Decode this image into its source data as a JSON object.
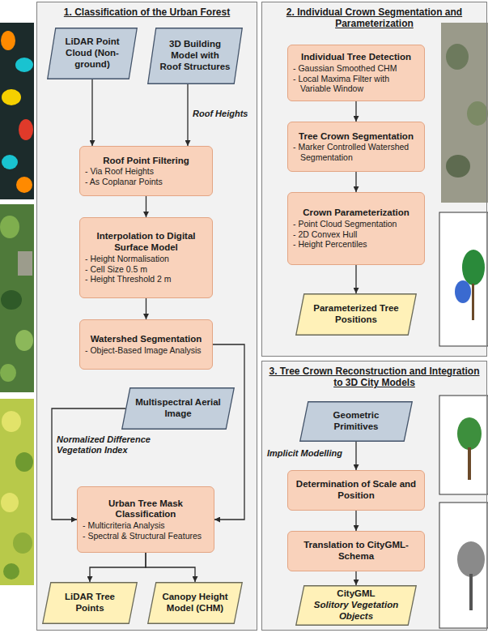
{
  "diagram": {
    "nodes": [
      {
        "text": [
          "1. Classification of the Urban Forest"
        ]
      },
      {
        "text": [
          "LiDAR Point Cloud (Non-ground)"
        ],
        "in": 0
      },
      {
        "text": [
          "3D Building Model with Roof Structures"
        ],
        "in": 0
      },
      {
        "text": [
          "Roof Point Filtering",
          "- Via Roof Heights",
          "- As Coplanar Points"
        ],
        "in": 0
      },
      {
        "text": [
          "Interpolation to Digital Surface Model",
          "- Height Normalisation",
          "- Cell Size 0.5 m",
          "- Height Threshold 2 m"
        ],
        "in": 0
      },
      {
        "text": [
          "Watershed Segmentation",
          "- Object-Based Image Analysis"
        ],
        "in": 0
      },
      {
        "text": [
          "Multispectral Aerial Image"
        ],
        "in": 0
      },
      {
        "text": [
          "Urban Tree Mask Classification",
          "- Multicriteria Analysis",
          "- Spectral & Structural Features"
        ],
        "in": 0
      },
      {
        "text": [
          "LiDAR Tree Points"
        ],
        "in": 0
      },
      {
        "text": [
          "Canopy Height Model (CHM)"
        ],
        "in": 0
      },
      {
        "text": [
          "2. Individual Crown Segmentation and Parameterization"
        ]
      },
      {
        "text": [
          "Individual Tree Detection",
          "- Gaussian Smoothed CHM",
          "- Local Maxima Filter with Variable Window"
        ],
        "in": 10
      },
      {
        "text": [
          "Tree Crown Segmentation",
          "- Marker Controlled Watershed Segmentation"
        ],
        "in": 10
      },
      {
        "text": [
          "Crown Parameterization",
          "- Point Cloud Segmentation",
          "- 2D Convex Hull",
          "- Height Percentiles"
        ],
        "in": 10
      },
      {
        "text": [
          "Parameterized Tree Positions"
        ],
        "in": 10
      },
      {
        "text": [
          "3. Tree Crown Reconstruction and Integration to 3D City Models"
        ]
      },
      {
        "text": [
          "Geometric Primitives"
        ],
        "in": 15
      },
      {
        "text": [
          "Determination of Scale and Position"
        ],
        "in": 15
      },
      {
        "text": [
          "Translation to CityGML-Schema"
        ],
        "in": 15
      },
      {
        "text": [
          "CityGML",
          "Solitory Vegetation Objects"
        ],
        "in": 15
      }
    ],
    "edges": [
      {
        "from": 1,
        "to": 3,
        "arrow": "to"
      },
      {
        "from": 2,
        "to": 3,
        "label": "Roof Heights",
        "arrow": "to"
      },
      {
        "from": 3,
        "to": 4,
        "arrow": "to"
      },
      {
        "from": 4,
        "to": 5,
        "arrow": "to"
      },
      {
        "from": 5,
        "to": 7,
        "arrow": "to"
      },
      {
        "from": 6,
        "to": 7,
        "label": "Normalized Difference Vegetation Index",
        "arrow": "to"
      },
      {
        "from": 7,
        "to": 8,
        "arrow": "to"
      },
      {
        "from": 7,
        "to": 9,
        "arrow": "to"
      },
      {
        "from": 11,
        "to": 12,
        "arrow": "to"
      },
      {
        "from": 12,
        "to": 13,
        "arrow": "to"
      },
      {
        "from": 13,
        "to": 14,
        "arrow": "to"
      },
      {
        "from": 16,
        "to": 17,
        "label": "Implicit Modelling",
        "arrow": "to"
      },
      {
        "from": 17,
        "to": 18,
        "arrow": "to"
      },
      {
        "from": 18,
        "to": 19,
        "arrow": "to"
      }
    ]
  }
}
